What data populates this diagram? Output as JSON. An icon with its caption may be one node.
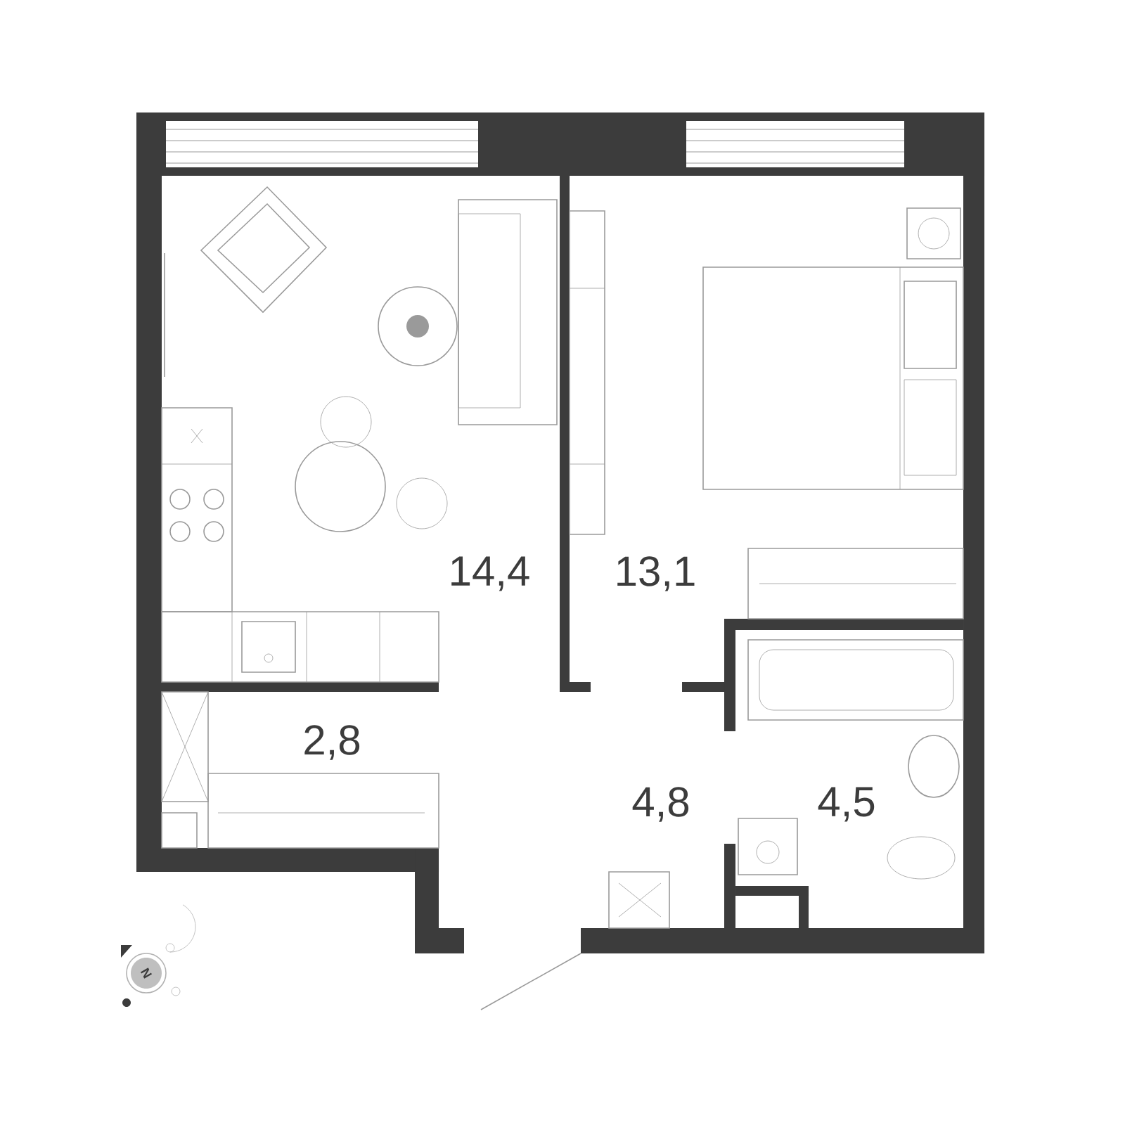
{
  "diagram": {
    "labels": [
      "14,4",
      "13,1",
      "2,8",
      "4,8",
      "4,5",
      "N"
    ]
  }
}
